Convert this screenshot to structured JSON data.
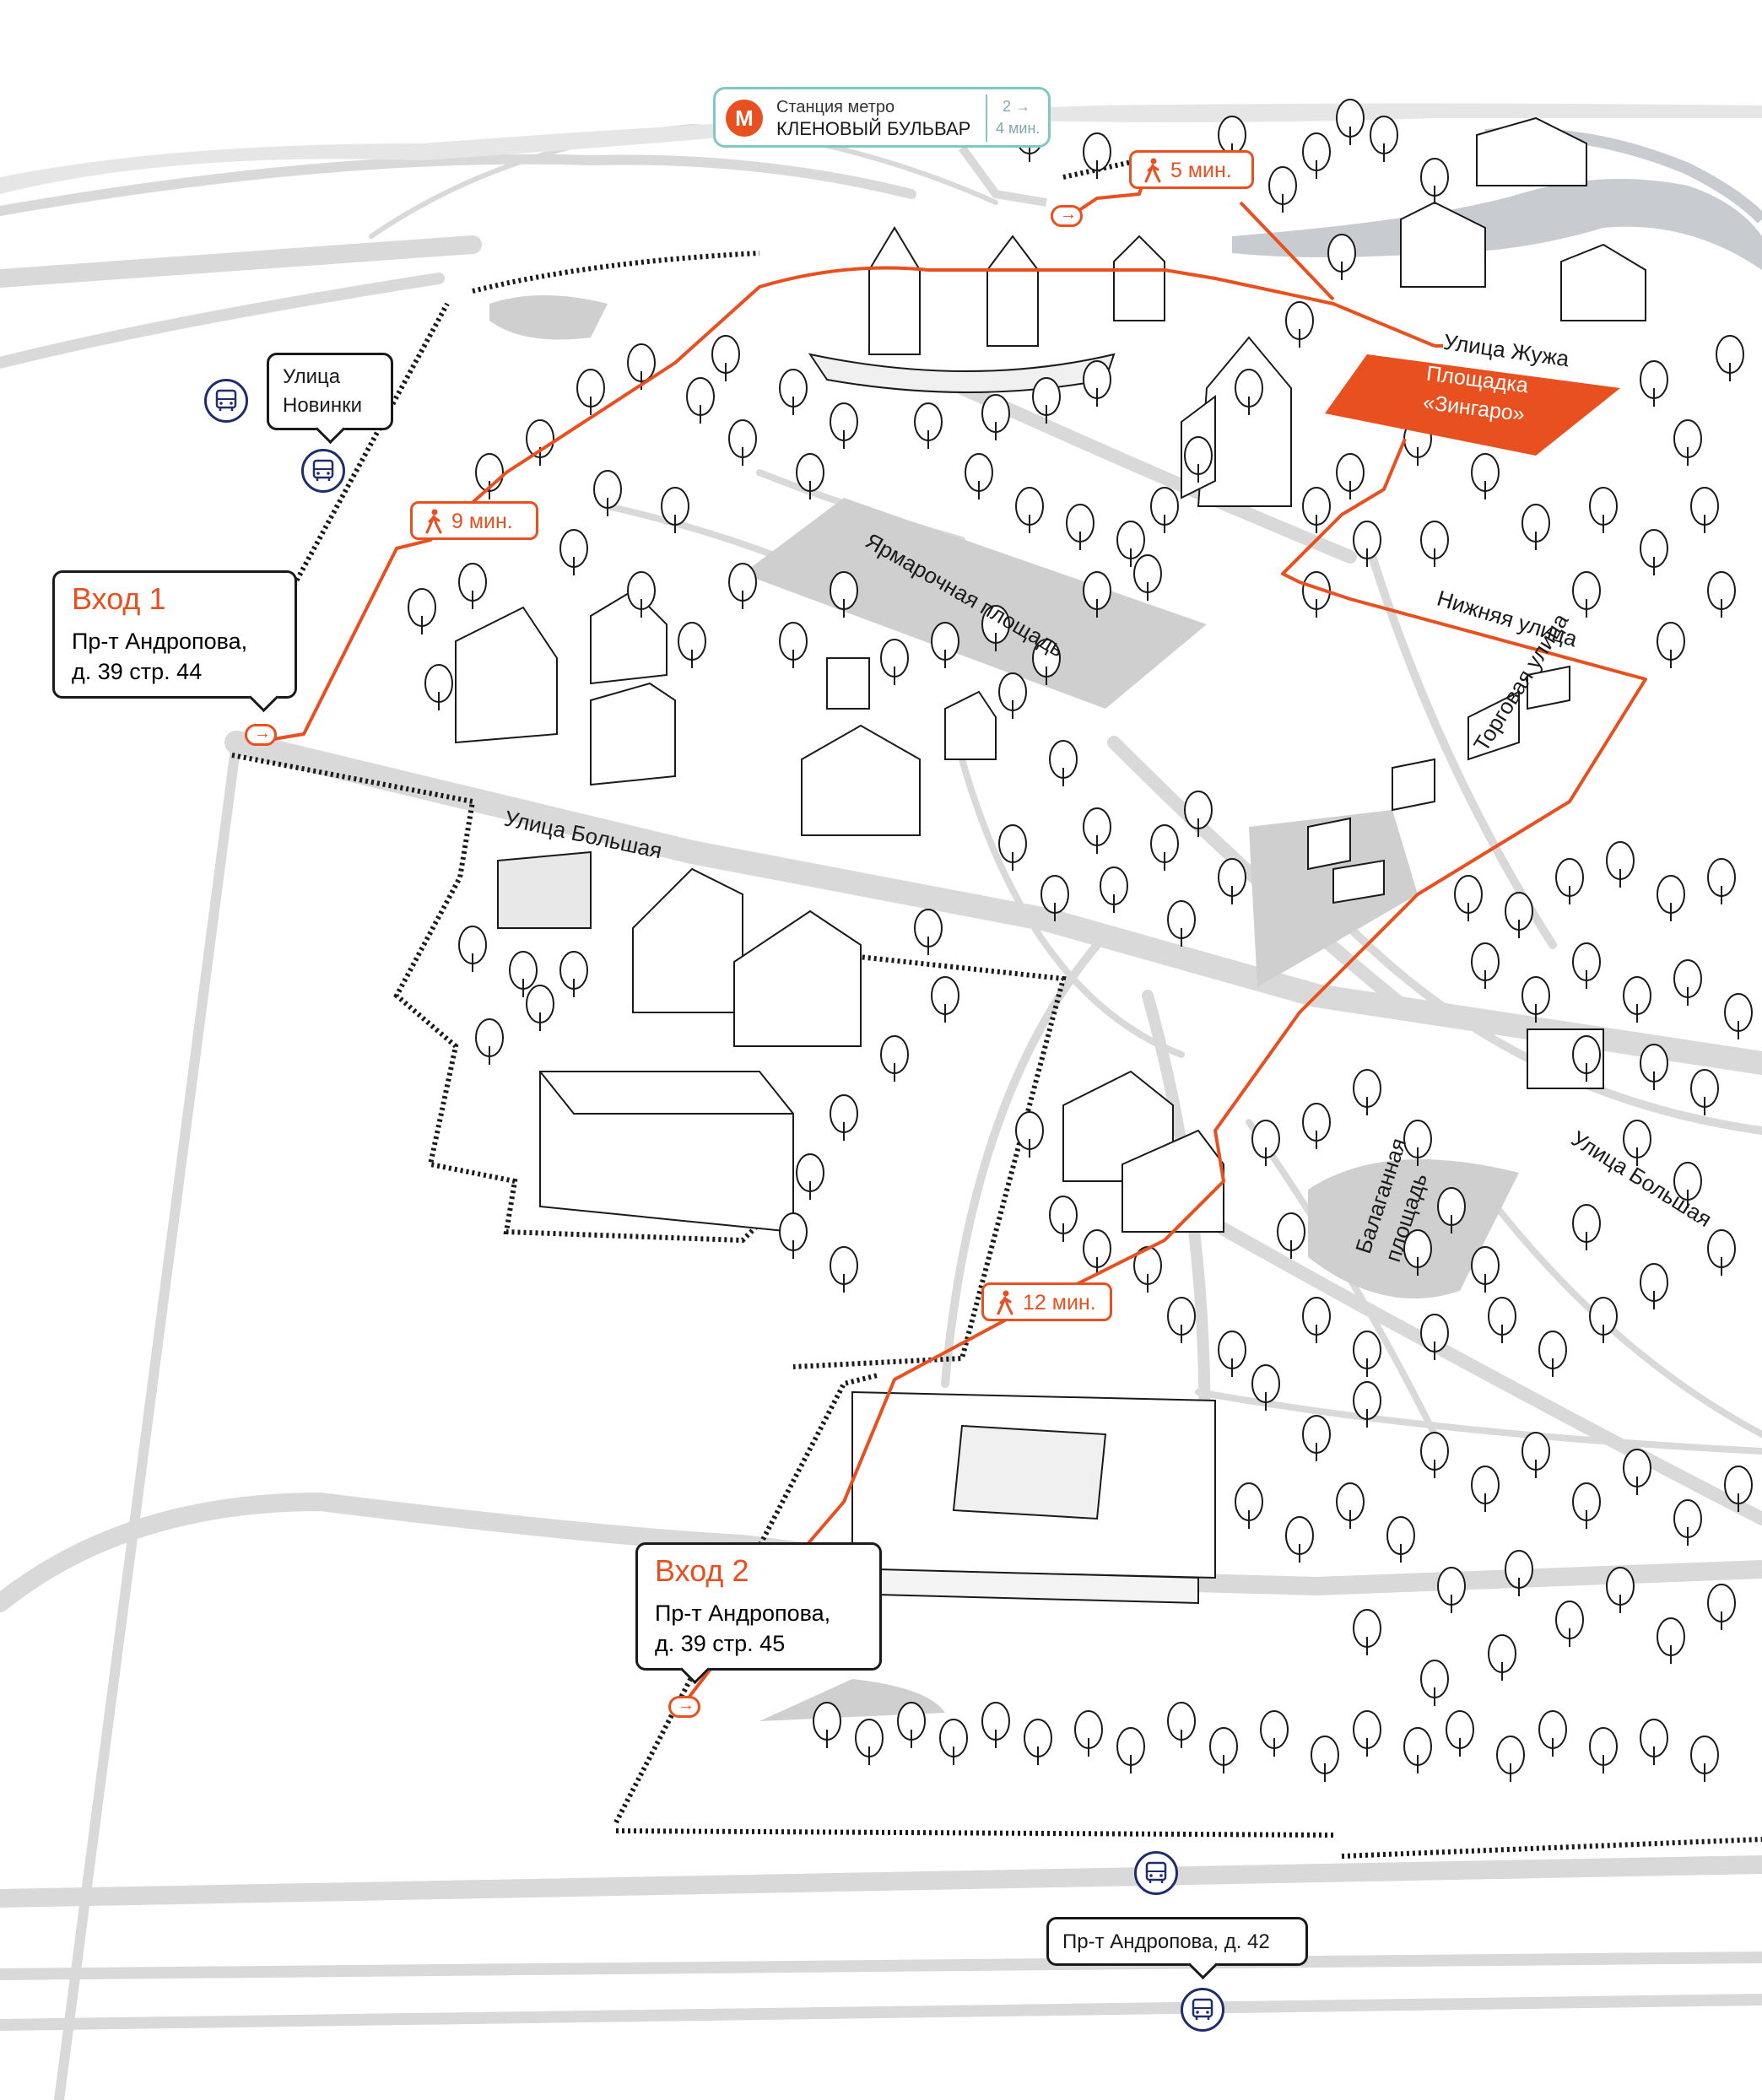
{
  "metro": {
    "caption": "Станция метро",
    "name": "КЛЕНОВЫЙ БУЛЬВАР",
    "exit_line1": "2 →",
    "exit_line2": "4 мин.",
    "logo_letter": "М"
  },
  "entrances": [
    {
      "title": "Вход 1",
      "address_line1": "Пр-т Андропова,",
      "address_line2": "д. 39 стр. 44"
    },
    {
      "title": "Вход 2",
      "address_line1": "Пр-т Андропова,",
      "address_line2": "д. 39 стр. 45"
    }
  ],
  "bus_stops": [
    {
      "line1": "Улица",
      "line2": "Новинки"
    },
    {
      "line1": "Пр-т Андропова, д. 42"
    }
  ],
  "walk_times": [
    "5 мин.",
    "9 мин.",
    "12 мин."
  ],
  "venue": {
    "line1": "Площадка",
    "line2": "«Зингаро»"
  },
  "streets": {
    "zhuzha": "Улица Жужа",
    "nizhnyaya": "Нижняя улица",
    "torgovaya": "Торговая улица",
    "bolshaya_left": "Улица Большая",
    "bolshaya_right": "Улица Большая"
  },
  "squares": {
    "yarmarochnaya": "Ярмарочная площадь",
    "balagannaya_line1": "Балаганная",
    "balagannaya_line2": "площадь"
  },
  "colors": {
    "accent": "#e8501f",
    "road": "#d9d9d9",
    "plaza": "#cfcfcf",
    "outline": "#1a1a1a",
    "bus_icon": "#1f2d6b",
    "metro_frame": "#7fc8c4",
    "water": "#9aa3ac"
  },
  "icons": [
    "metro-logo-icon",
    "pedestrian-icon",
    "bus-icon",
    "entrance-arrow-icon"
  ]
}
